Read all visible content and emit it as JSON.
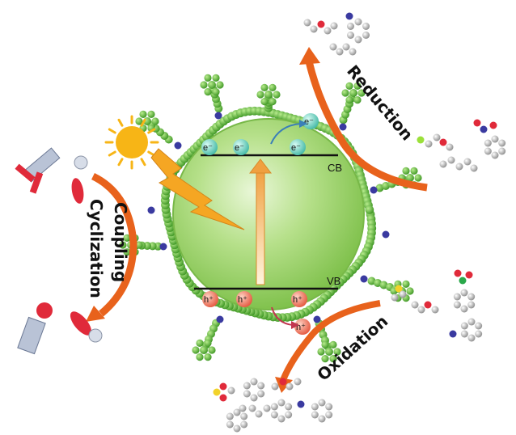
{
  "band_labels": {
    "conduction": "CB",
    "valence": "VB"
  },
  "carriers": {
    "electron": "e⁻",
    "hole": "h⁺"
  },
  "processes": {
    "reduction": "Reduction",
    "oxidation": "Oxidation",
    "coupling": "Coupling",
    "cyclization": "Cyclization"
  },
  "colors": {
    "sphere": "#9dd36a",
    "sphere_edge": "#6fae3c",
    "polymer_bead": "#5cae35",
    "nitrogen": "#3a3aa0",
    "electron": "#6fd0c0",
    "hole": "#f07a62",
    "arrow": "#e8621c",
    "sun": "#f7b516",
    "lightning": "#f5a623",
    "reactant_red": "#e02a3a",
    "reactant_gray": "#b9c3d6"
  },
  "icons": [
    "sun-icon",
    "lightning-icon",
    "molecule-icon"
  ]
}
